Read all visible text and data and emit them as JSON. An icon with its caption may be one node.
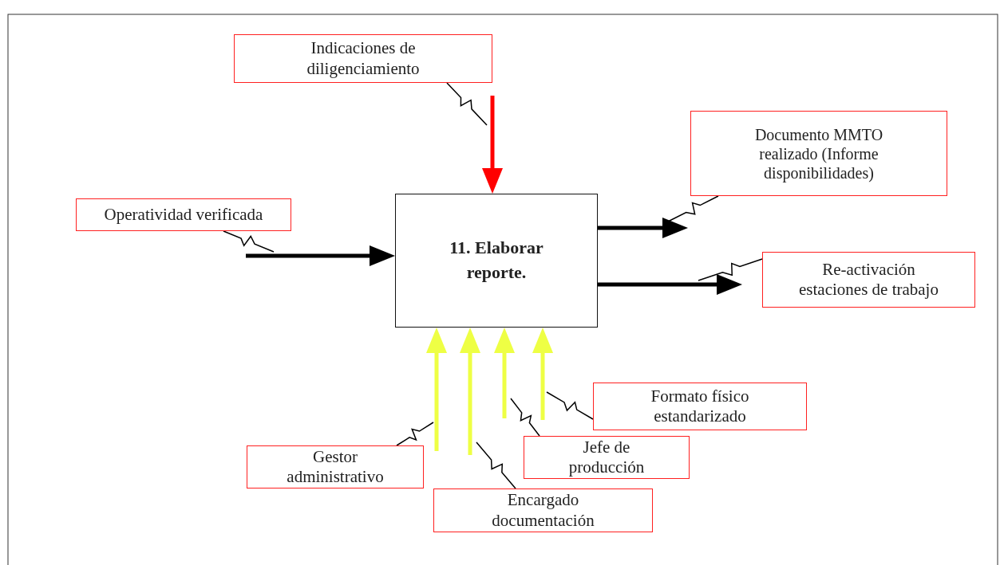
{
  "diagram": {
    "nodes": [
      {
        "text": [
          "Indicaciones de diligenciamiento"
        ]
      },
      {
        "text": [
          "Documento MMTO realizado (Informe disponibilidades)"
        ]
      },
      {
        "text": [
          "Operatividad verificada"
        ]
      },
      {
        "text": [
          "11. Elaborar reporte."
        ]
      },
      {
        "text": [
          "Re-activación estaciones de trabajo"
        ]
      },
      {
        "text": [
          "Formato físico estandarizado"
        ]
      },
      {
        "text": [
          "Jefe de producción"
        ]
      },
      {
        "text": [
          "Gestor administrativo"
        ]
      },
      {
        "text": [
          "Encargado documentación"
        ]
      }
    ],
    "edges": [
      {
        "from": null,
        "to": 3,
        "arrow": "to",
        "style": "thick",
        "color": "#ff0000"
      },
      {
        "from": null,
        "to": 3,
        "arrow": "to",
        "style": "thick",
        "color": "#000000"
      },
      {
        "from": 3,
        "to": null,
        "arrow": "to",
        "style": "thick",
        "color": "#000000"
      },
      {
        "from": 3,
        "to": null,
        "arrow": "to",
        "style": "thick",
        "color": "#000000"
      },
      {
        "from": null,
        "to": 3,
        "arrow": "to",
        "style": "thick",
        "color": "#eeff44"
      },
      {
        "from": null,
        "to": 3,
        "arrow": "to",
        "style": "thick",
        "color": "#eeff44"
      },
      {
        "from": null,
        "to": 3,
        "arrow": "to",
        "style": "thick",
        "color": "#eeff44"
      },
      {
        "from": null,
        "to": 3,
        "arrow": "to",
        "style": "thick",
        "color": "#eeff44"
      },
      {
        "from": 0,
        "to": null,
        "arrow": "none"
      },
      {
        "from": 1,
        "to": null,
        "arrow": "none"
      },
      {
        "from": 2,
        "to": null,
        "arrow": "none"
      },
      {
        "from": 4,
        "to": null,
        "arrow": "none"
      },
      {
        "from": 5,
        "to": null,
        "arrow": "none"
      },
      {
        "from": 6,
        "to": null,
        "arrow": "none"
      },
      {
        "from": 7,
        "to": null,
        "arrow": "none"
      },
      {
        "from": 8,
        "to": null,
        "arrow": "none"
      }
    ]
  }
}
